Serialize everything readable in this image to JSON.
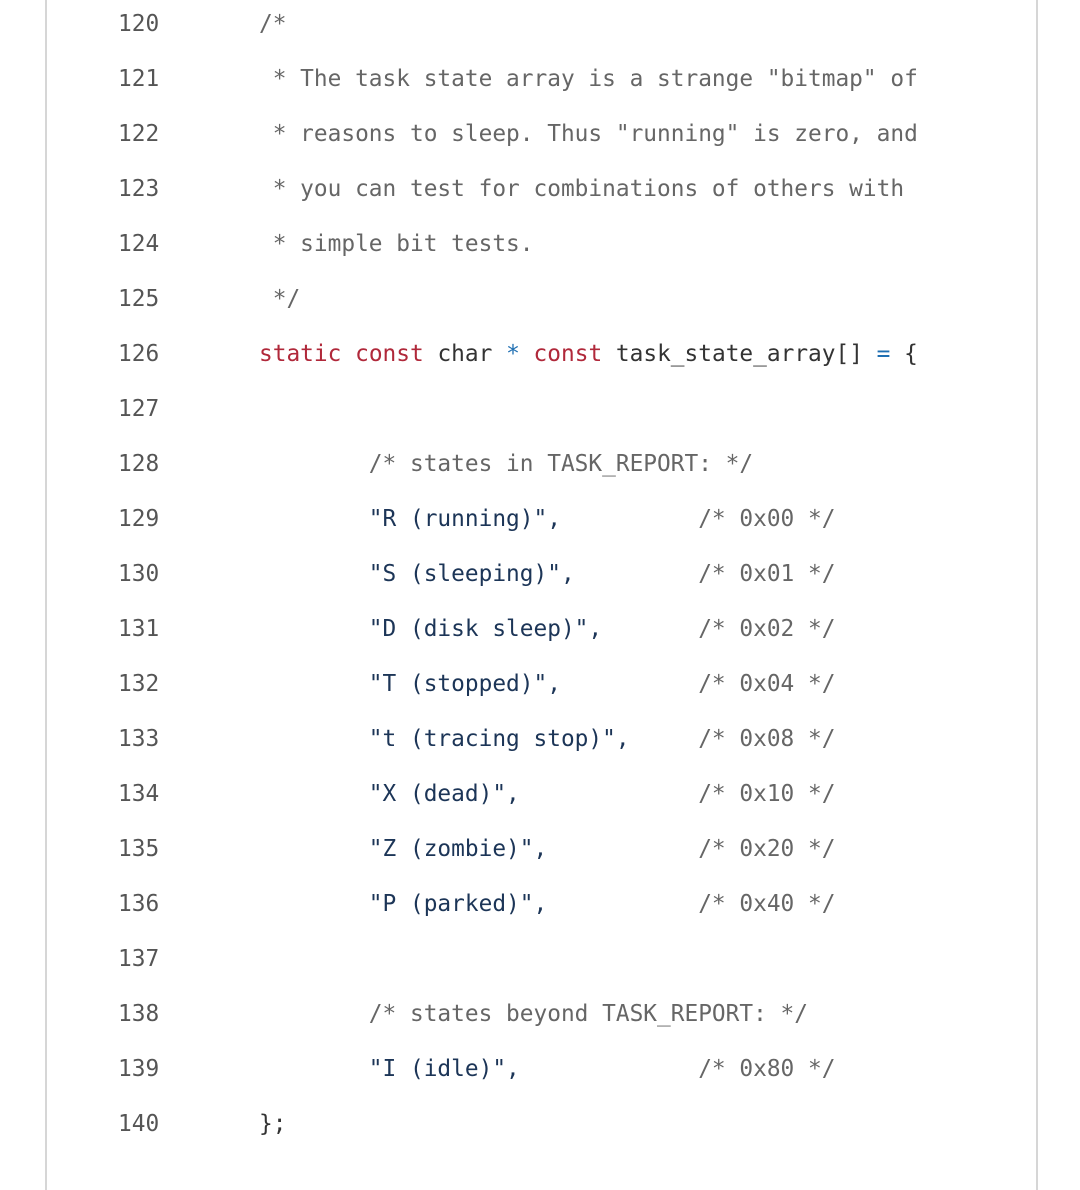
{
  "colors": {
    "comment": "#666666",
    "keyword": "#b0283a",
    "string": "#1c3557",
    "operator": "#1f6fb2",
    "plain": "#333333"
  },
  "lines": [
    {
      "num": "120",
      "tokens": [
        {
          "t": "/*",
          "c": "c"
        }
      ]
    },
    {
      "num": "121",
      "tokens": [
        {
          "t": " * The task state array is a strange \"bitmap\" of",
          "c": "c"
        }
      ]
    },
    {
      "num": "122",
      "tokens": [
        {
          "t": " * reasons to sleep. Thus \"running\" is zero, and",
          "c": "c"
        }
      ]
    },
    {
      "num": "123",
      "tokens": [
        {
          "t": " * you can test for combinations of others with",
          "c": "c"
        }
      ]
    },
    {
      "num": "124",
      "tokens": [
        {
          "t": " * simple bit tests.",
          "c": "c"
        }
      ]
    },
    {
      "num": "125",
      "tokens": [
        {
          "t": " */",
          "c": "c"
        }
      ]
    },
    {
      "num": "126",
      "tokens": [
        {
          "t": "static",
          "c": "k"
        },
        {
          "t": " ",
          "c": "p"
        },
        {
          "t": "const",
          "c": "k"
        },
        {
          "t": " char ",
          "c": "p"
        },
        {
          "t": "*",
          "c": "o"
        },
        {
          "t": " ",
          "c": "p"
        },
        {
          "t": "const",
          "c": "k"
        },
        {
          "t": " task_state_array[] ",
          "c": "p"
        },
        {
          "t": "=",
          "c": "o"
        },
        {
          "t": " {",
          "c": "p"
        }
      ]
    },
    {
      "num": "127",
      "tokens": []
    },
    {
      "num": "128",
      "tokens": [
        {
          "t": "        /* states in TASK_REPORT: */",
          "c": "c"
        }
      ]
    },
    {
      "num": "129",
      "tokens": [
        {
          "t": "        \"R (running)\",",
          "c": "s"
        },
        {
          "t": "          /* 0x00 */",
          "c": "c"
        }
      ]
    },
    {
      "num": "130",
      "tokens": [
        {
          "t": "        \"S (sleeping)\",",
          "c": "s"
        },
        {
          "t": "         /* 0x01 */",
          "c": "c"
        }
      ]
    },
    {
      "num": "131",
      "tokens": [
        {
          "t": "        \"D (disk sleep)\",",
          "c": "s"
        },
        {
          "t": "       /* 0x02 */",
          "c": "c"
        }
      ]
    },
    {
      "num": "132",
      "tokens": [
        {
          "t": "        \"T (stopped)\",",
          "c": "s"
        },
        {
          "t": "          /* 0x04 */",
          "c": "c"
        }
      ]
    },
    {
      "num": "133",
      "tokens": [
        {
          "t": "        \"t (tracing stop)\",",
          "c": "s"
        },
        {
          "t": "     /* 0x08 */",
          "c": "c"
        }
      ]
    },
    {
      "num": "134",
      "tokens": [
        {
          "t": "        \"X (dead)\",",
          "c": "s"
        },
        {
          "t": "             /* 0x10 */",
          "c": "c"
        }
      ]
    },
    {
      "num": "135",
      "tokens": [
        {
          "t": "        \"Z (zombie)\",",
          "c": "s"
        },
        {
          "t": "           /* 0x20 */",
          "c": "c"
        }
      ]
    },
    {
      "num": "136",
      "tokens": [
        {
          "t": "        \"P (parked)\",",
          "c": "s"
        },
        {
          "t": "           /* 0x40 */",
          "c": "c"
        }
      ]
    },
    {
      "num": "137",
      "tokens": []
    },
    {
      "num": "138",
      "tokens": [
        {
          "t": "        /* states beyond TASK_REPORT: */",
          "c": "c"
        }
      ]
    },
    {
      "num": "139",
      "tokens": [
        {
          "t": "        \"I (idle)\",",
          "c": "s"
        },
        {
          "t": "             /* 0x80 */",
          "c": "c"
        }
      ]
    },
    {
      "num": "140",
      "tokens": [
        {
          "t": "};",
          "c": "p"
        }
      ]
    }
  ]
}
